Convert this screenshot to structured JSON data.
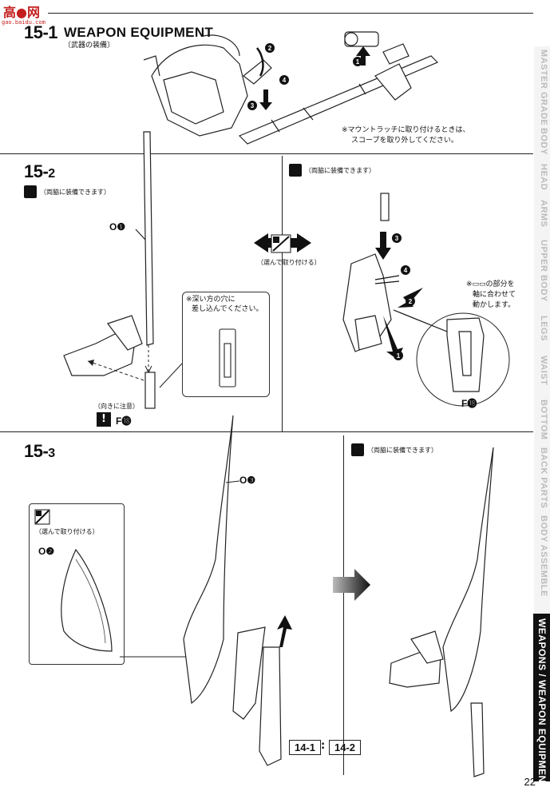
{
  "watermark": {
    "brand": "高●网",
    "site": "gao.baidu.com"
  },
  "step_15_1": {
    "number": "15-1",
    "title": "WEAPON EQUIPMENT",
    "subtitle": "〔武器の装備〕",
    "note_line1": "※マウントラッチに取り付けるときは、",
    "note_line2": "スコープを取り外してください。"
  },
  "step_15_2": {
    "number": "15-",
    "number_sub": "2",
    "both_sides": "（両脇に装備できます）",
    "part_o1": "O❶",
    "callout_line1": "※深い方の穴に",
    "callout_line2": "差し込んでください。",
    "direction_note": "（向きに注意）",
    "part_f18": "F⓲"
  },
  "choice_label": "（選んで取り付ける）",
  "step_15_2_right": {
    "both_sides": "（両脇に装備できます）",
    "note_line1": "※▭▭の部分を",
    "note_line2": "軸に合わせて",
    "note_line3": "動かします。",
    "part_f18": "F⓲"
  },
  "step_15_3": {
    "number": "15-",
    "number_sub": "3",
    "choice_label": "（選んで取り付ける）",
    "part_o2": "O❷",
    "part_o3": "O❸",
    "ref_a": "14-1",
    "ref_b": "14-2",
    "ref_sep": ":",
    "both_sides": "（両脇に装備できます）"
  },
  "side_tabs": [
    "MASTER GRADE",
    "BODY",
    "HEAD",
    "ARMS",
    "UPPER BODY",
    "LEGS",
    "WAIST",
    "BOTTOM",
    "BACK PARTS",
    "BODY ASSEMBLE"
  ],
  "side_active": "WEAPONS / WEAPON EQUIPMENT",
  "page_number": "22"
}
